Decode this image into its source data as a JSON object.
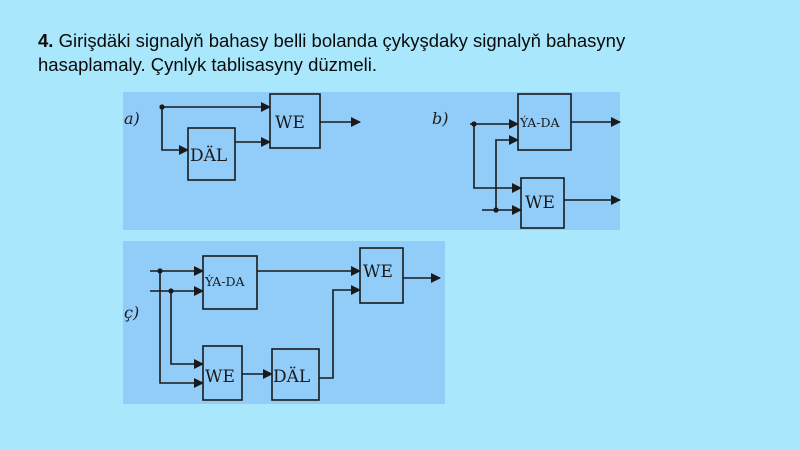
{
  "task": {
    "number": "4.",
    "line1": " Girişdäki signalyň bahasy belli bolanda çykyşdaky signalyň bahasyny",
    "line2": "hasaplamaly. Çynlyk tablisasyny düzmeli."
  },
  "diagrams": {
    "a": {
      "label": "a)",
      "blocks": [
        "DÄL",
        "WE"
      ]
    },
    "b": {
      "label": "b)",
      "blocks": [
        "ÝA-DA",
        "WE"
      ]
    },
    "c": {
      "label": "ç)",
      "blocks": [
        "ÝA-DA",
        "WE",
        "WE",
        "DÄL"
      ]
    }
  },
  "colors": {
    "background": "#a9e7fc",
    "panel": "#92cdfa",
    "line": "#1a1a1a"
  }
}
